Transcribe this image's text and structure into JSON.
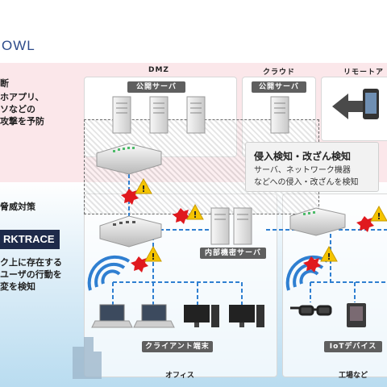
{
  "brand": "OWL",
  "left_top_text": [
    "断",
    "ホアプリ、",
    "ソなどの",
    "攻撃を予防"
  ],
  "left_bottom_title": "脅威対策",
  "logo_text": "RKTRACE",
  "left_bottom_text": [
    "ク上に存在する",
    "ユーザの行動を",
    "変を検知"
  ],
  "zones": {
    "dmz": "DMZ",
    "cloud": "クラウド",
    "remote": "リモートア"
  },
  "tags": {
    "dmz_server": "公開サーバ",
    "cloud_server": "公開サーバ",
    "internal_server": "内部機密サーバ",
    "clients": "クライアント端末",
    "iot": "IoTデバイス"
  },
  "callout": {
    "title": "侵入検知・改ざん検知",
    "body": [
      "サーバ、ネットワーク機器",
      "などへの侵入・改ざんを検知"
    ]
  },
  "bottom_labels": {
    "office": "オフィス",
    "factory": "工場など"
  },
  "icons": [
    "server-icon",
    "switch-icon",
    "wifi-icon",
    "laptop-icon",
    "desktop-icon",
    "smartphone-icon",
    "smart-glasses-icon",
    "iot-device-icon",
    "warning-icon",
    "alert-burst-icon",
    "arrow-left-icon"
  ],
  "colors": {
    "accent_blue": "#1b4f9b",
    "warning_yellow": "#f5c400",
    "alert_red": "#e0191e",
    "line_blue": "#2f7fd1"
  }
}
